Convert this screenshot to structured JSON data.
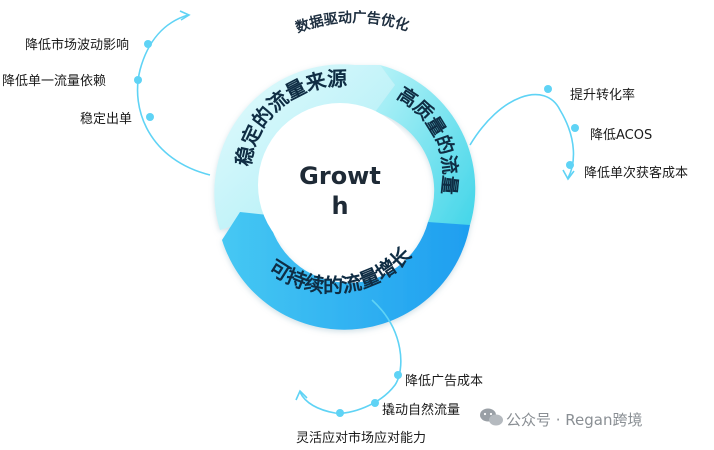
{
  "top_label": "数据驱动广告优化",
  "center": {
    "line1": "Growt",
    "line2": "h"
  },
  "segments": {
    "left": "稳定的流量来源",
    "right": "高质量的流量",
    "bottom": "可持续的流量增长"
  },
  "branches": {
    "left": [
      "降低市场波动影响",
      "降低单一流量依赖",
      "稳定出单"
    ],
    "right": [
      "提升转化率",
      "降低ACOS",
      "降低单次获客成本"
    ],
    "bottom": [
      "降低广告成本",
      "撬动自然流量",
      "灵活应对市场应对能力"
    ]
  },
  "watermark": "公众号 · Regan跨境",
  "colors": {
    "left_segment": "#b8f0f7",
    "right_segment": "#5fe0ec",
    "bottom_segment": "#2fb6f0",
    "branch_line": "#5fd3f5",
    "text_dark": "#0f2d44"
  }
}
